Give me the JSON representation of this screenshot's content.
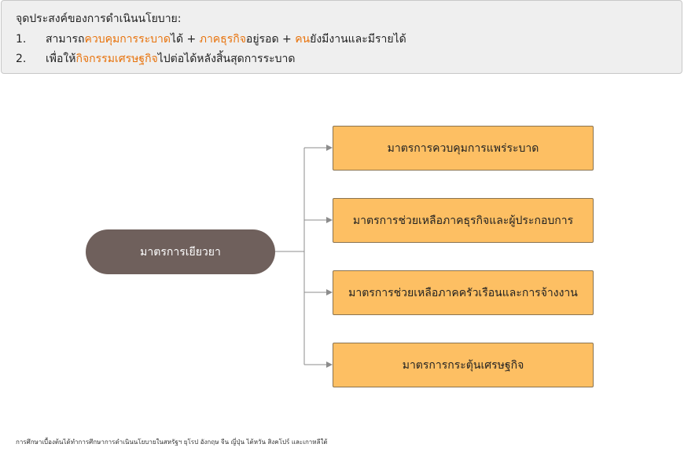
{
  "objectives": {
    "title": "จุดประสงค์ของการดำเนินนโยบาย:",
    "line1": {
      "num": "1.",
      "p1": "สามารถ",
      "h1": "ควบคุมการระบาด",
      "p2": "ได้ + ",
      "h2": "ภาคธุรกิจ",
      "p3": "อยู่รอด + ",
      "h3": "คน",
      "p4": "ยังมีงานและมีรายได้"
    },
    "line2": {
      "num": "2.",
      "p1": "เพื่อให้",
      "h1": "กิจกรรมเศรษฐกิจ",
      "p2": "ไปต่อได้หลังสิ้นสุดการระบาด"
    }
  },
  "diagram": {
    "hub": "มาตรการเยียวยา",
    "measures": [
      "มาตรการควบคุมการแพร่ระบาด",
      "มาตรการช่วยเหลือภาคธุรกิจและผู้ประกอบการ",
      "มาตรการช่วยเหลือภาคครัวเรือนและการจ้างงาน",
      "มาตรการกระตุ้นเศรษฐกิจ"
    ]
  },
  "footnote": "การศึกษาเบื้องต้นได้ทำการศึกษาการดำเนินนโยบายในสหรัฐฯ ยุโรป อังกฤษ จีน ญี่ปุ่น ไต้หวัน สิงคโปร์ และเกาหลีใต้",
  "colors": {
    "highlight": "#e8730c",
    "hub_fill": "#6f605c",
    "measure_fill": "#fdbf63",
    "connector": "#8c8c8c"
  }
}
